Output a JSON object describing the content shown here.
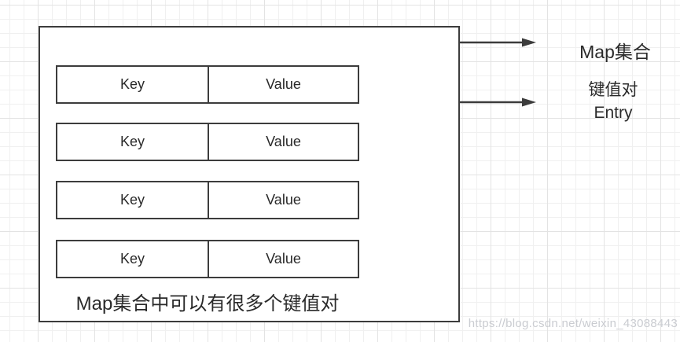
{
  "diagram": {
    "map_box": {
      "rows": [
        {
          "key": "Key",
          "value": "Value"
        },
        {
          "key": "Key",
          "value": "Value"
        },
        {
          "key": "Key",
          "value": "Value"
        },
        {
          "key": "Key",
          "value": "Value"
        }
      ],
      "caption": "Map集合中可以有很多个键值对"
    },
    "annotations": {
      "map_label": "Map集合",
      "entry_label_line1": "键值对",
      "entry_label_line2": "Entry"
    },
    "colors": {
      "line": "#3c3c3c",
      "text": "#2a2a2a",
      "grid_minor": "#f0f0f0",
      "grid_major": "#e3e3e3",
      "watermark": "#caccd1"
    }
  },
  "watermark": "https://blog.csdn.net/weixin_43088443"
}
